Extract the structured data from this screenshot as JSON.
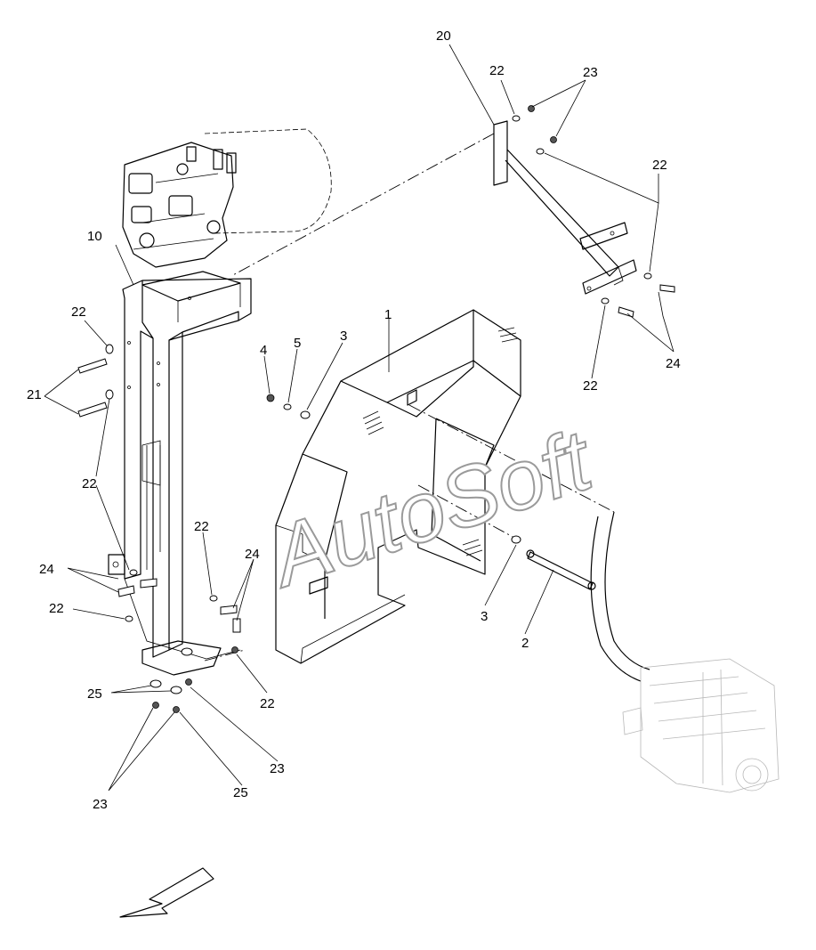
{
  "watermark": "AutoSoft",
  "callouts": [
    {
      "id": "c20",
      "label": "20"
    },
    {
      "id": "c22a",
      "label": "22"
    },
    {
      "id": "c23a",
      "label": "23"
    },
    {
      "id": "c22b",
      "label": "22"
    },
    {
      "id": "c24a",
      "label": "24"
    },
    {
      "id": "c22c",
      "label": "22"
    },
    {
      "id": "c10",
      "label": "10"
    },
    {
      "id": "c1",
      "label": "1"
    },
    {
      "id": "c4",
      "label": "4"
    },
    {
      "id": "c5",
      "label": "5"
    },
    {
      "id": "c3a",
      "label": "3"
    },
    {
      "id": "c22d",
      "label": "22"
    },
    {
      "id": "c21",
      "label": "21"
    },
    {
      "id": "c22e",
      "label": "22"
    },
    {
      "id": "c22f",
      "label": "22"
    },
    {
      "id": "c24b",
      "label": "24"
    },
    {
      "id": "c24c",
      "label": "24"
    },
    {
      "id": "c22g",
      "label": "22"
    },
    {
      "id": "c3b",
      "label": "3"
    },
    {
      "id": "c2",
      "label": "2"
    },
    {
      "id": "c22h",
      "label": "22"
    },
    {
      "id": "c25a",
      "label": "25"
    },
    {
      "id": "c23b",
      "label": "23"
    },
    {
      "id": "c25b",
      "label": "25"
    },
    {
      "id": "c23c",
      "label": "23"
    }
  ]
}
